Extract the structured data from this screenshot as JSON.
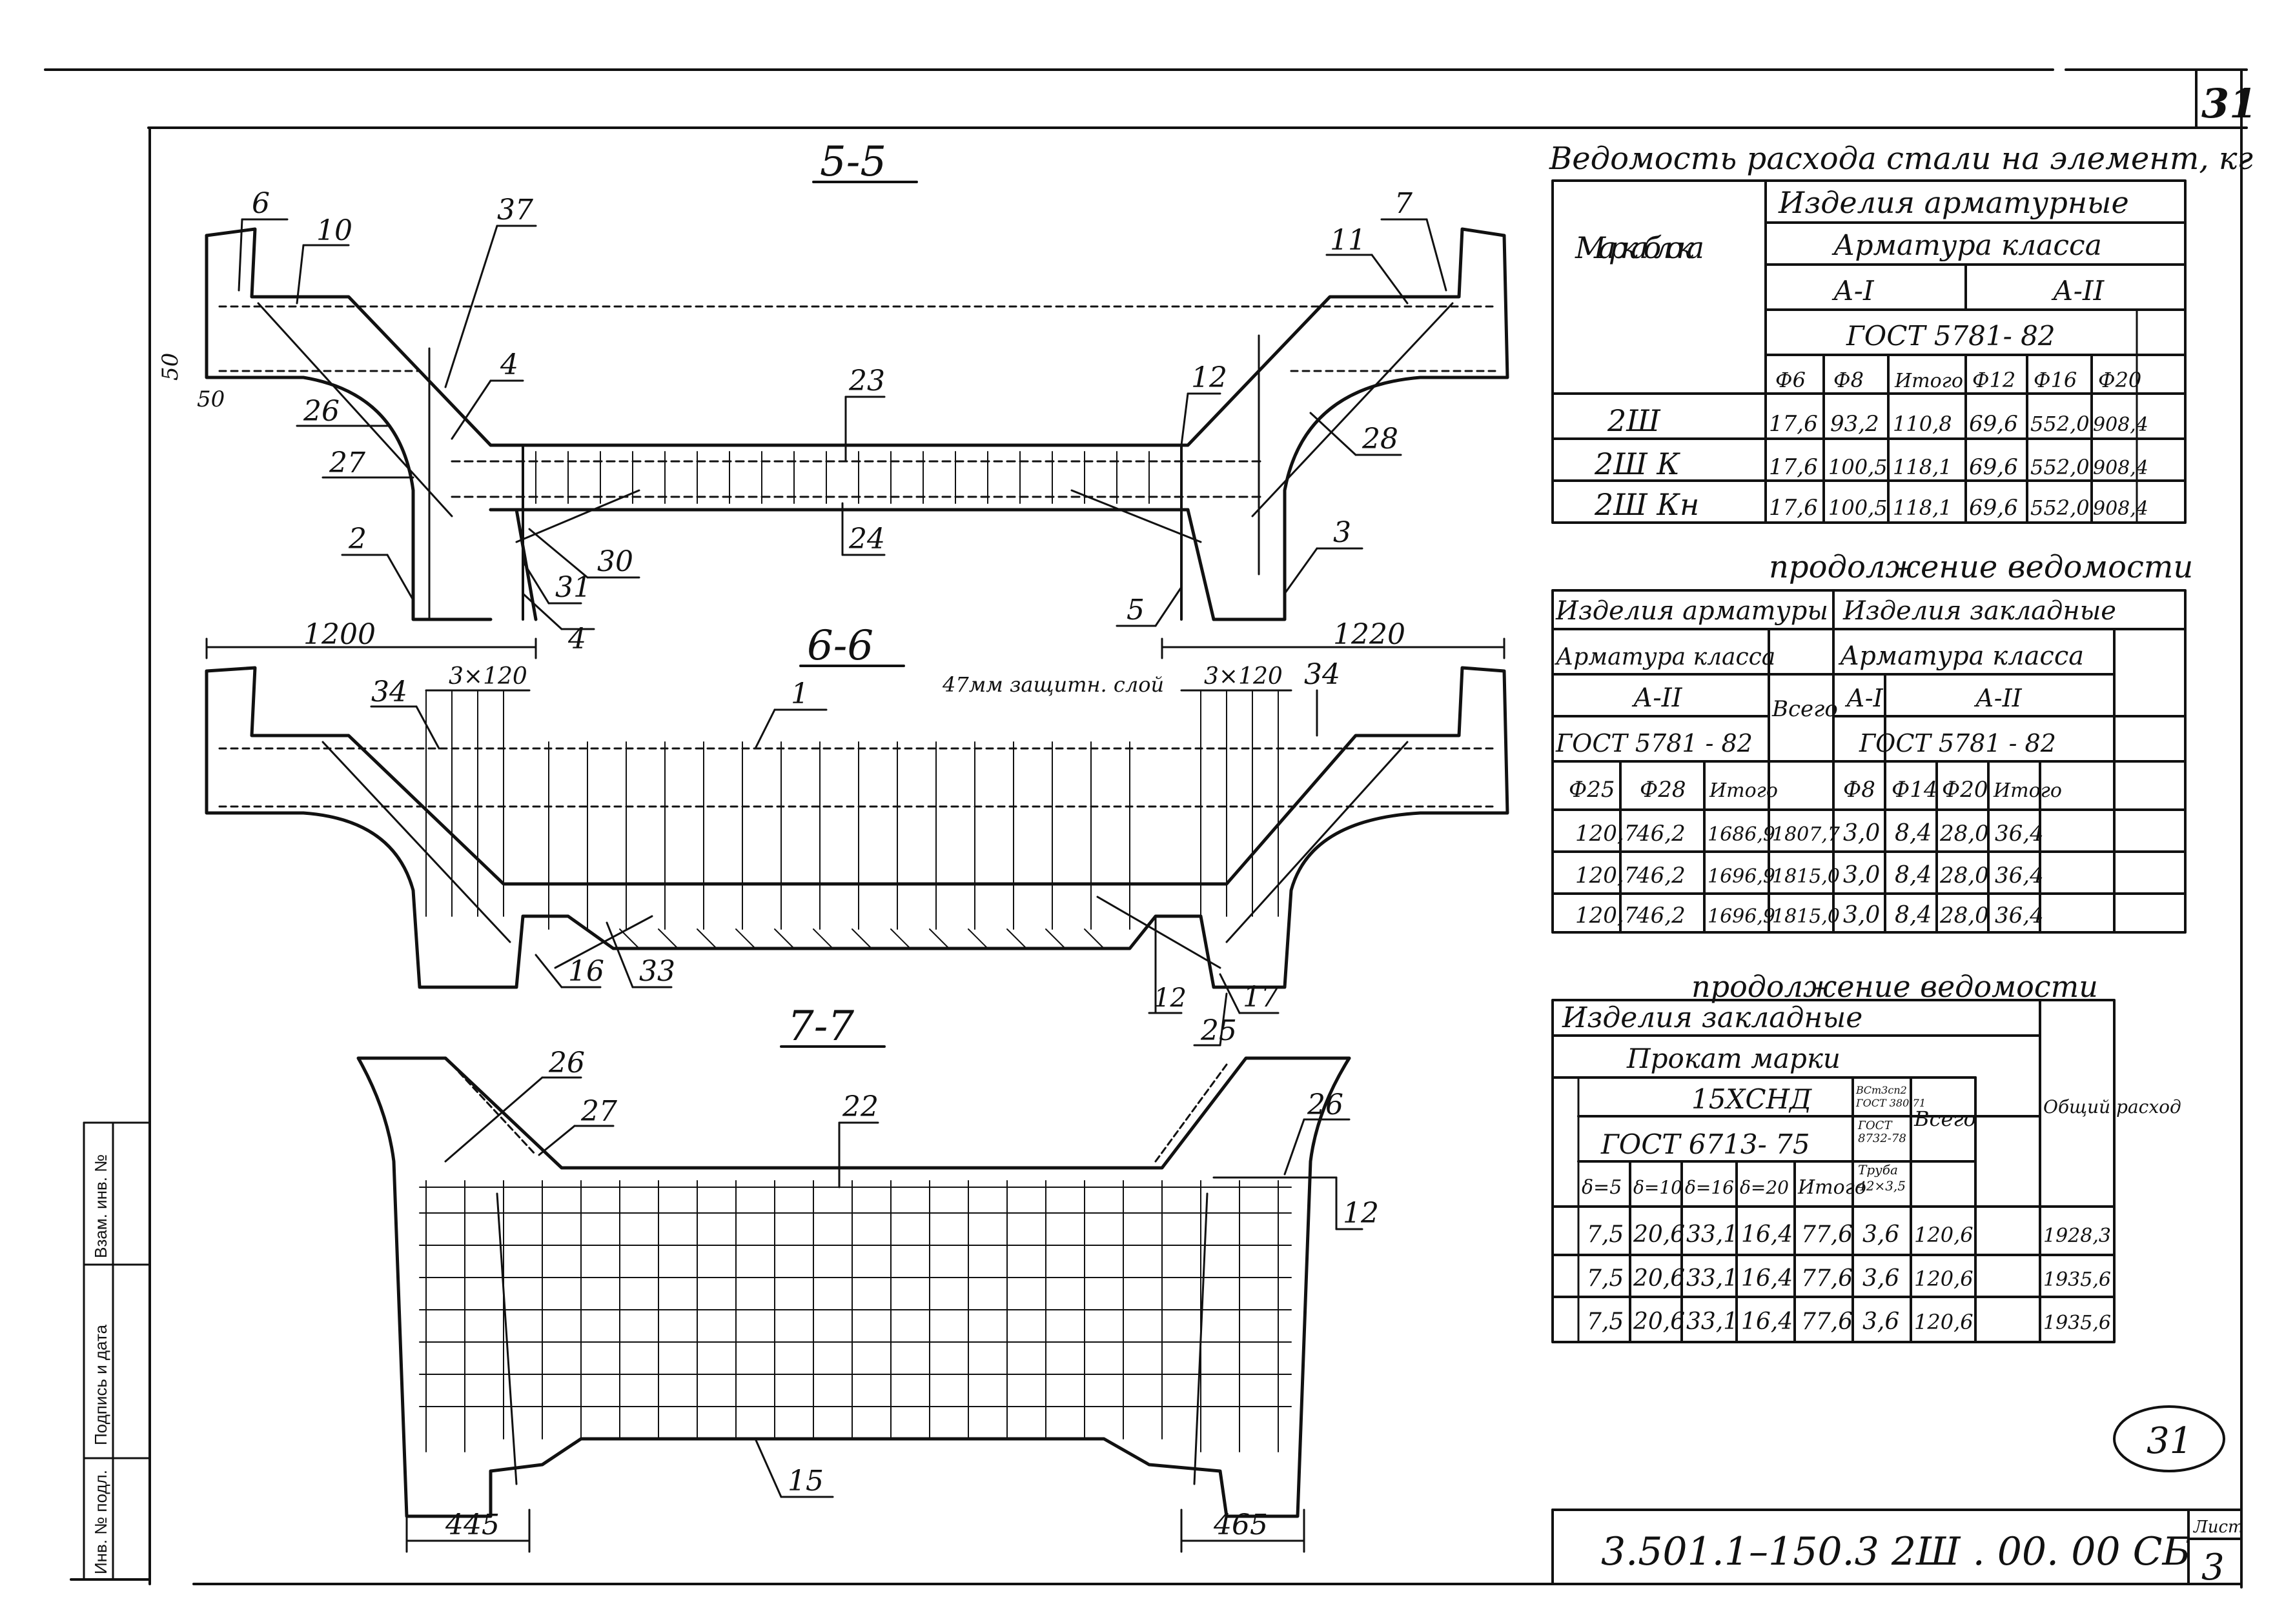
{
  "sheet_number": "31",
  "sheet_label": "Лист",
  "sheet_index": "3",
  "stamp": "31",
  "doc_code": "3.501.1–150.3 2Ш . 00. 00 СБ",
  "side_labels": [
    "Инв. № подл.",
    "Подпись и дата",
    "Взам. инв. №"
  ],
  "sections": {
    "s55": {
      "title": "5-5",
      "callouts": [
        "6",
        "10",
        "37",
        "7",
        "11",
        "4",
        "12",
        "23",
        "28",
        "26",
        "27",
        "2",
        "30",
        "31",
        "4",
        "24",
        "5",
        "3"
      ],
      "dims": [
        "50",
        "50"
      ]
    },
    "s66": {
      "title": "6-6",
      "dim_left": "1200",
      "dim_right": "1220",
      "spacing_left": "3×120",
      "spacing_right": "3×120",
      "note": "47мм защитн. слой",
      "callouts": [
        "34",
        "1",
        "34",
        "16",
        "33",
        "12",
        "17",
        "25"
      ]
    },
    "s77": {
      "title": "7-7",
      "callouts": [
        "26",
        "27",
        "22",
        "26",
        "12",
        "15"
      ],
      "dim_left": "445",
      "dim_right": "465"
    }
  },
  "table1": {
    "title": "Ведомость расхода стали на элемент, кг",
    "mark_header": "Марка блока",
    "group": "Изделия арматурные",
    "class_header": "Арматура класса",
    "class_a1": "А-I",
    "class_a2": "А-II",
    "gost": "ГОСТ 5781- 82",
    "columns": [
      "Ф6",
      "Ф8",
      "Итого",
      "Ф12",
      "Ф16",
      "Ф20"
    ],
    "rows": [
      {
        "mark": "2Ш",
        "values": [
          "17,6",
          "93,2",
          "110,8",
          "69,6",
          "552,0",
          "908,4"
        ]
      },
      {
        "mark": "2Ш К",
        "values": [
          "17,6",
          "100,5",
          "118,1",
          "69,6",
          "552,0",
          "908,4"
        ]
      },
      {
        "mark": "2Ш Кн",
        "values": [
          "17,6",
          "100,5",
          "118,1",
          "69,6",
          "552,0",
          "908,4"
        ]
      }
    ]
  },
  "table2": {
    "title": "продолжение ведомости",
    "group_left": "Изделия арматуры",
    "group_right": "Изделия закладные",
    "class_left": "Арматура класса",
    "class_left_grade": "А-II",
    "gost_left": "ГОСТ 5781 - 82",
    "total_header": "Всего",
    "class_right": "Арматура класса",
    "class_right_a1": "А-I",
    "class_right_a2": "А-II",
    "gost_right": "ГОСТ 5781 - 82",
    "columns_left": [
      "Ф25",
      "Ф28",
      "Итого"
    ],
    "columns_right": [
      "Ф8",
      "Ф14",
      "Ф20",
      "Итого"
    ],
    "rows": [
      [
        "120,7",
        "46,2",
        "1686,9",
        "1807,7",
        "3,0",
        "8,4",
        "28,0",
        "36,4"
      ],
      [
        "120,7",
        "46,2",
        "1696,9",
        "1815,0",
        "3,0",
        "8,4",
        "28,0",
        "36,4"
      ],
      [
        "120,7",
        "46,2",
        "1696,9",
        "1815,0",
        "3,0",
        "8,4",
        "28,0",
        "36,4"
      ]
    ]
  },
  "table3": {
    "title": "продолжение ведомости",
    "group": "Изделия закладные",
    "sub": "Прокат марки",
    "steel": "15ХСНД",
    "gost": "ГОСТ 6713- 75",
    "extra_header": [
      "ВСт3сп2",
      "ГОСТ 380-71",
      "ГОСТ",
      "8732-78",
      "Труба",
      "42×3,5"
    ],
    "total_header": "Всего",
    "grand_header": "Общий расход",
    "columns": [
      "δ=5",
      "δ=10",
      "δ=16",
      "δ=20",
      "Итого"
    ],
    "rows": [
      [
        "7,5",
        "20,6",
        "33,1",
        "16,4",
        "77,6",
        "3,6",
        "120,6",
        "1928,3"
      ],
      [
        "7,5",
        "20,6",
        "33,1",
        "16,4",
        "77,6",
        "3,6",
        "120,6",
        "1935,6"
      ],
      [
        "7,5",
        "20,6",
        "33,1",
        "16,4",
        "77,6",
        "3,6",
        "120,6",
        "1935,6"
      ]
    ]
  }
}
